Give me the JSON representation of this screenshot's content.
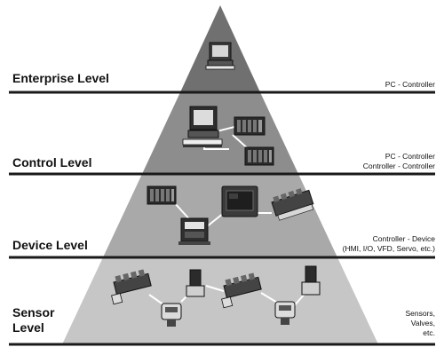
{
  "levels": [
    {
      "name_lines": [
        "Enterprise Level"
      ],
      "desc_lines": [
        "PC - Controller"
      ]
    },
    {
      "name_lines": [
        "Control Level"
      ],
      "desc_lines": [
        "PC - Controller",
        "Controller - Controller"
      ]
    },
    {
      "name_lines": [
        "Device Level"
      ],
      "desc_lines": [
        "Controller - Device",
        "(HMI, I/O, VFD, Servo, etc.)"
      ]
    },
    {
      "name_lines": [
        "Sensor",
        "Level"
      ],
      "desc_lines": [
        "Sensors,",
        "Valves,",
        "etc."
      ]
    }
  ],
  "colors": {
    "pyramid": [
      "#707070",
      "#8d8d8d",
      "#a9a9a9",
      "#c6c6c6"
    ],
    "divider": "#1a1a1a",
    "device": "#2b2b2b"
  },
  "icons": {
    "enterprise": [
      "pc-workstation-icon"
    ],
    "control": [
      "pc-workstation-icon",
      "plc-rack-icon",
      "plc-rack-icon"
    ],
    "device": [
      "plc-rack-icon",
      "hmi-panel-icon",
      "drive-icon",
      "io-block-icon"
    ],
    "sensor": [
      "valve-manifold-icon",
      "sensor-icon",
      "valve-manifold-icon",
      "sensor-icon",
      "valve-icon"
    ]
  }
}
